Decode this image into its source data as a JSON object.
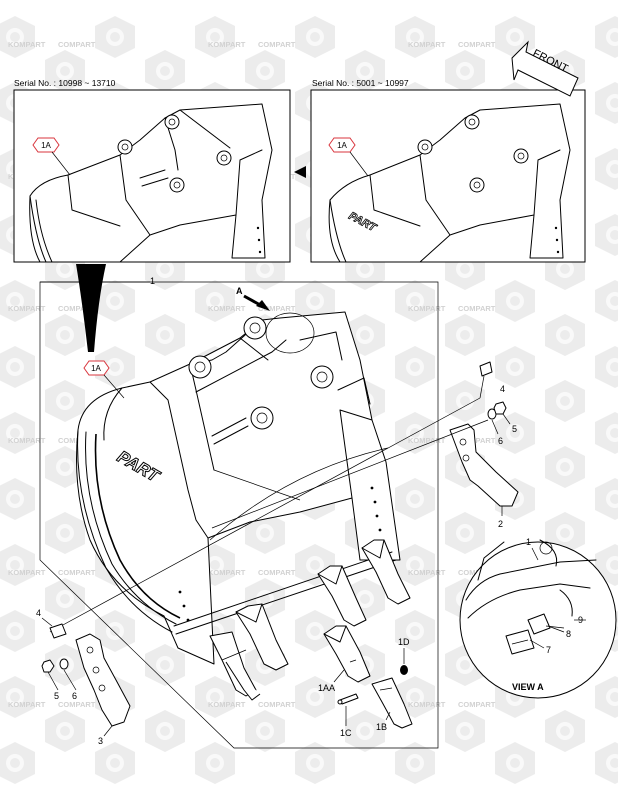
{
  "watermark": {
    "left_word": "KOMPART",
    "right_word": "COMPART"
  },
  "insets": {
    "left_serial": "Serial No. : 10998 ~ 13710",
    "right_serial": "Serial No. : 5001 ~ 10997"
  },
  "front_arrow_label": "FRONT",
  "view_arrow_label": "A",
  "view_label": "VIEW  A",
  "bucket_brand": "PART",
  "callouts": {
    "c1": "1",
    "c1a": "1A",
    "c1aa": "1AA",
    "c1b": "1B",
    "c1c": "1C",
    "c1d": "1D",
    "c2": "2",
    "c3": "3",
    "c4": "4",
    "c5": "5",
    "c6": "6",
    "c7": "7",
    "c8": "8",
    "c9": "9"
  }
}
